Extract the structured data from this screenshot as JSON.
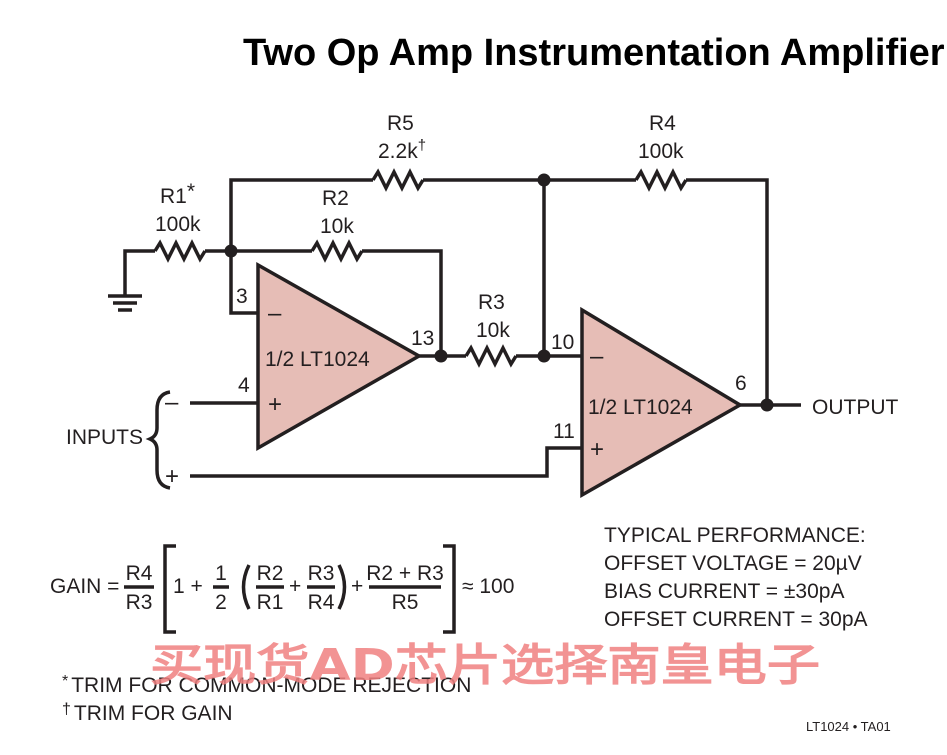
{
  "title": "Two Op Amp Instrumentation Amplifier",
  "resistors": {
    "r1": {
      "name": "R1",
      "mark": "*",
      "value": "100k"
    },
    "r2": {
      "name": "R2",
      "value": "10k"
    },
    "r3": {
      "name": "R3",
      "value": "10k"
    },
    "r4": {
      "name": "R4",
      "value": "100k"
    },
    "r5": {
      "name": "R5",
      "value": "2.2k",
      "mark": "†"
    }
  },
  "opamps": {
    "a1": {
      "label": "1/2 LT1024"
    },
    "a2": {
      "label": "1/2 LT1024"
    }
  },
  "pins": {
    "p3": "3",
    "p4": "4",
    "p13": "13",
    "p10": "10",
    "p11": "11",
    "p6": "6"
  },
  "signs": {
    "minus": "–",
    "plus": "+"
  },
  "inputs": {
    "label": "INPUTS",
    "minus": "–",
    "plus": "+"
  },
  "output": {
    "label": "OUTPUT"
  },
  "performance": {
    "heading": "TYPICAL PERFORMANCE:",
    "lines": [
      "OFFSET VOLTAGE = 20µV",
      "BIAS CURRENT = ±30pA",
      "OFFSET CURRENT = 30pA"
    ]
  },
  "gain": {
    "lhs": "GAIN =",
    "f1_num": "R4",
    "f1_den": "R3",
    "one_plus": "1 +",
    "half_num": "1",
    "half_den": "2",
    "f2_num": "R2",
    "f2_den": "R1",
    "plus1": "+",
    "f3_num": "R3",
    "f3_den": "R4",
    "plus2": "+",
    "f4_num": "R2 + R3",
    "f4_den": "R5",
    "approx": "≈ 100"
  },
  "notes": [
    {
      "mark": "*",
      "text": "TRIM FOR COMMON-MODE REJECTION"
    },
    {
      "mark": "†",
      "text": "TRIM FOR GAIN"
    }
  ],
  "watermark": "买现货AD芯片选择南皇电子",
  "figure_id": "LT1024 • TA01"
}
